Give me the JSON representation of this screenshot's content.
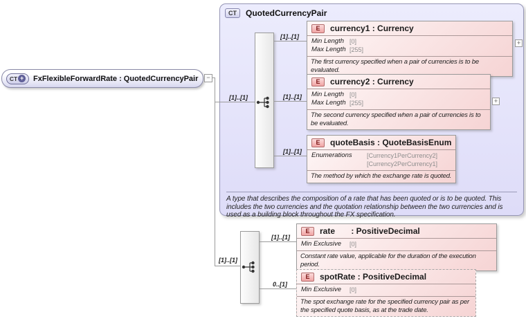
{
  "root_element": {
    "icon": "CT",
    "icon_plus": "+",
    "label": "FxFlexibleForwardRate : QuotedCurrencyPair",
    "collapse_glyph": "−"
  },
  "complex_type": {
    "icon": "CT",
    "title": "QuotedCurrencyPair",
    "sequence_cardinality": "[1]..[1]",
    "description": "A type that describes the composition of a rate that has been quoted or is to be quoted. This includes the two currencies and the quotation relationship between the two currencies and is used as a building block throughout the FX specification."
  },
  "extension": {
    "sequence_cardinality": "[1]..[1]"
  },
  "elements": {
    "currency1": {
      "icon": "E",
      "title": "currency1 : Currency",
      "cardinality": "[1]..[1]",
      "facets": [
        {
          "label": "Min Length",
          "values": [
            "[0]"
          ]
        },
        {
          "label": "Max Length",
          "values": [
            "[255]"
          ]
        }
      ],
      "description": "The first currency specified when a pair of currencies is to be evaluated.",
      "expand_glyph": "+"
    },
    "currency2": {
      "icon": "E",
      "title": "currency2 : Currency",
      "cardinality": "[1]..[1]",
      "facets": [
        {
          "label": "Min Length",
          "values": [
            "[0]"
          ]
        },
        {
          "label": "Max Length",
          "values": [
            "[255]"
          ]
        }
      ],
      "description": "The second currency specified when a pair of currencies is to be evaluated.",
      "expand_glyph": "+"
    },
    "quoteBasis": {
      "icon": "E",
      "title": "quoteBasis : QuoteBasisEnum",
      "cardinality": "[1]..[1]",
      "facets": [
        {
          "label": "Enumerations",
          "values": [
            "[Currency1PerCurrency2]",
            "[Currency2PerCurrency1]"
          ]
        }
      ],
      "description": "The method by which the exchange rate is quoted."
    },
    "rate": {
      "icon": "E",
      "title": "rate       : PositiveDecimal",
      "cardinality": "[1]..[1]",
      "facets": [
        {
          "label": "Min Exclusive",
          "values": [
            "[0]"
          ]
        }
      ],
      "description": "Constant rate value, applicable for the duration of the execution period."
    },
    "spotRate": {
      "icon": "E",
      "title": "spotRate : PositiveDecimal",
      "cardinality": "0..[1]",
      "facets": [
        {
          "label": "Min Exclusive",
          "values": [
            "[0]"
          ]
        }
      ],
      "description": "The spot exchange rate for the specified currency pair as per the specified quote basis, as at the trade date."
    }
  }
}
